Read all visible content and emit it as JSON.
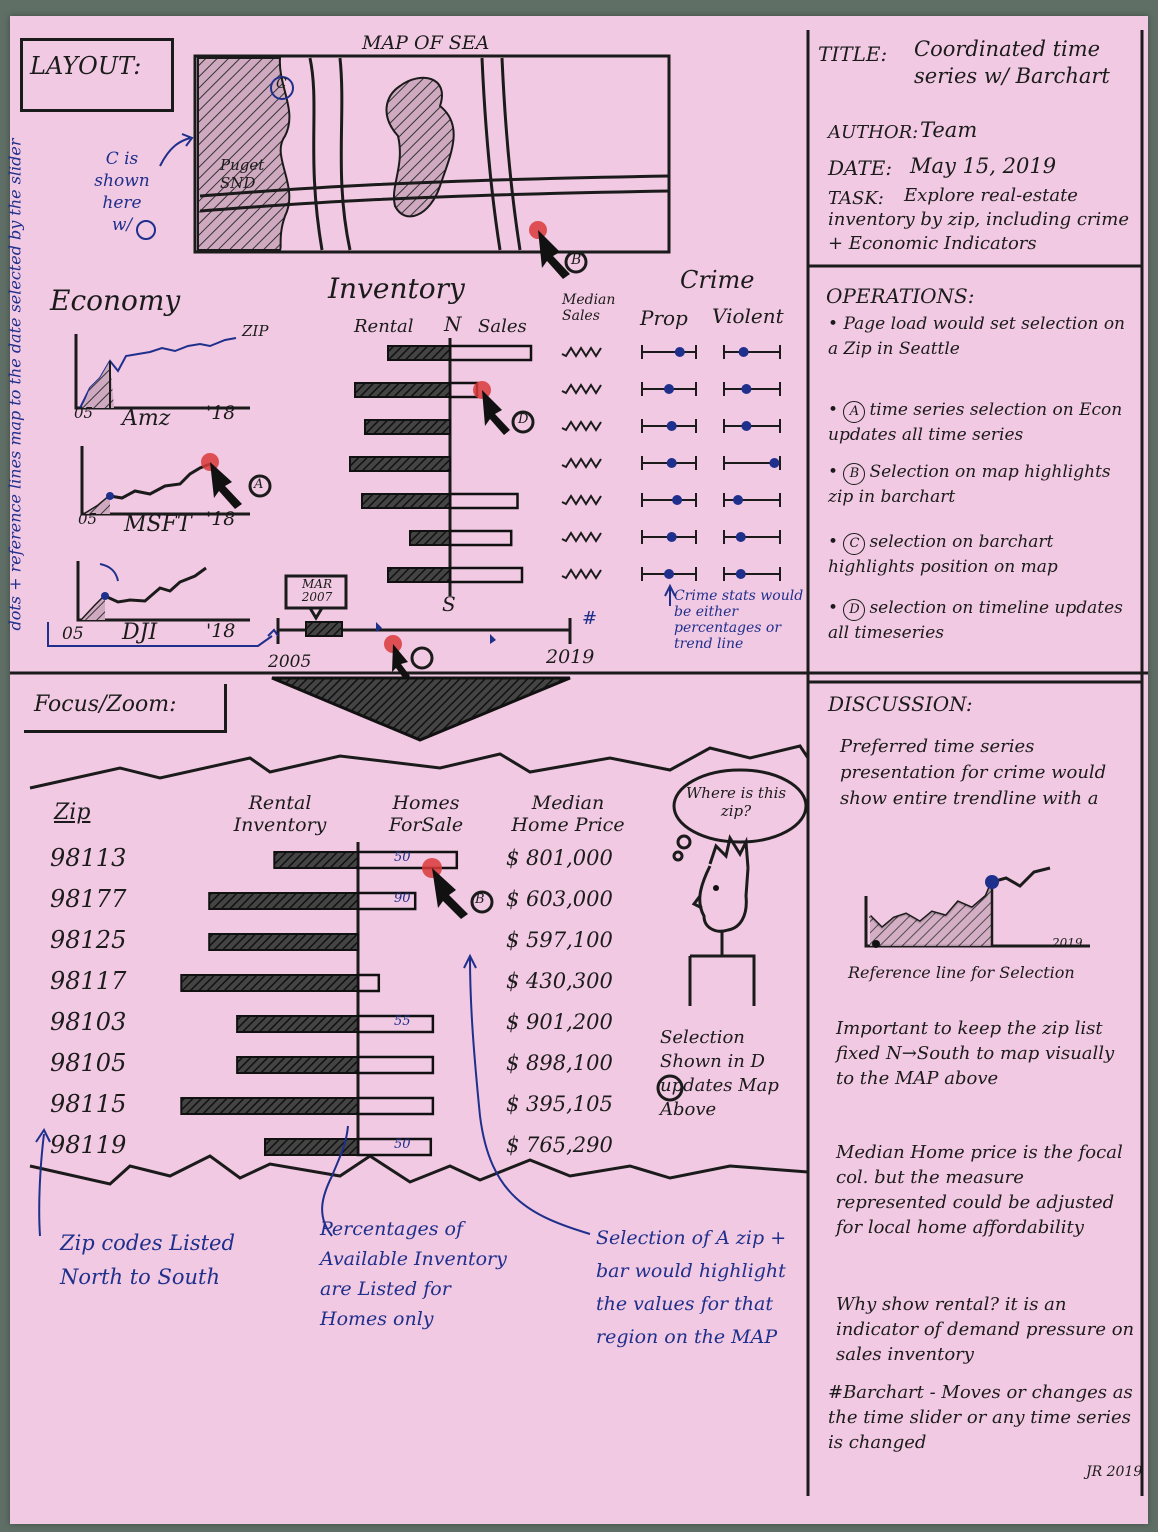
{
  "layout_section": {
    "label": "LAYOUT:",
    "map_title": "MAP OF SEA",
    "map_water_label": "Puget SND",
    "map_note": "C is shown here w/",
    "map_marker_c": "C",
    "map_marker_b": "B"
  },
  "economy": {
    "title": "Economy",
    "zip_label": "ZIP",
    "charts": [
      {
        "name": "Amz",
        "start": "05",
        "end": "'18"
      },
      {
        "name": "MSFT",
        "start": "05",
        "end": "'18"
      },
      {
        "name": "DJI",
        "start": "05",
        "end": "'18"
      }
    ],
    "marker_a": "A",
    "side_note": "dots + reference lines map to the date selected by the slider"
  },
  "inventory": {
    "title": "Inventory",
    "rental": "Rental",
    "north": "N",
    "sales": "Sales",
    "south": "S",
    "marker_d": "D",
    "rows": [
      {
        "rental": 0.62,
        "sales": 0.9
      },
      {
        "rental": 0.95,
        "sales": 0.3
      },
      {
        "rental": 0.85,
        "sales": 0.0
      },
      {
        "rental": 1.0,
        "sales": 0.0
      },
      {
        "rental": 0.88,
        "sales": 0.75
      },
      {
        "rental": 0.4,
        "sales": 0.68
      },
      {
        "rental": 0.62,
        "sales": 0.8
      }
    ]
  },
  "crime": {
    "title": "Crime",
    "median_sales": "Median Sales",
    "prop": "Prop",
    "violent": "Violent",
    "note": "Crime stats would be either percentages or trend line"
  },
  "timeline": {
    "start": "2005",
    "end": "2019",
    "callout": "MAR 2007",
    "hash": "#"
  },
  "focus": {
    "label": "Focus/Zoom:",
    "headers": {
      "zip": "Zip",
      "rental": "Rental Inventory",
      "homes": "Homes ForSale",
      "price": "Median Home Price"
    },
    "rows": [
      {
        "zip": "98113",
        "rental": 0.45,
        "sales": 0.95,
        "pct": "50",
        "price": "$ 801,000"
      },
      {
        "zip": "98177",
        "rental": 0.8,
        "sales": 0.55,
        "pct": "90",
        "price": "$ 603,000"
      },
      {
        "zip": "98125",
        "rental": 0.8,
        "sales": 0.0,
        "pct": "",
        "price": "$ 597,100"
      },
      {
        "zip": "98117",
        "rental": 0.95,
        "sales": 0.2,
        "pct": "",
        "price": "$ 430,300"
      },
      {
        "zip": "98103",
        "rental": 0.65,
        "sales": 0.72,
        "pct": "55",
        "price": "$ 901,200"
      },
      {
        "zip": "98105",
        "rental": 0.65,
        "sales": 0.72,
        "pct": "",
        "price": "$ 898,100"
      },
      {
        "zip": "98115",
        "rental": 0.95,
        "sales": 0.72,
        "pct": "",
        "price": "$ 395,105"
      },
      {
        "zip": "98119",
        "rental": 0.5,
        "sales": 0.7,
        "pct": "50",
        "price": "$ 765,290"
      }
    ],
    "marker_b": "B",
    "thought": "Where is this zip?",
    "selection_note": "Selection Shown in D updates Map Above"
  },
  "annotations": {
    "zip_note": "Zip codes Listed North to South",
    "percent_note": "Percentages of Available Inventory are Listed for Homes only",
    "selection_note": "Selection of A zip + bar would highlight the values for that region on the MAP"
  },
  "info": {
    "title_label": "TITLE:",
    "title_value": "Coordinated time series w/ Barchart",
    "author_label": "AUTHOR:",
    "author_value": "Team",
    "date_label": "DATE:",
    "date_value": "May 15, 2019",
    "task_label": "TASK:",
    "task_value": "Explore real-estate inventory by zip, including crime + Economic Indicators"
  },
  "operations": {
    "title": "OPERATIONS:",
    "items": [
      {
        "marker": "",
        "text": "Page load would set selection on a Zip in Seattle"
      },
      {
        "marker": "A",
        "text": "time series selection on Econ updates all time series"
      },
      {
        "marker": "B",
        "text": "Selection on map highlights zip in barchart"
      },
      {
        "marker": "C",
        "text": "selection on barchart highlights position on map"
      },
      {
        "marker": "D",
        "text": "selection on timeline updates all timeseries"
      }
    ]
  },
  "discussion": {
    "title": "DISCUSSION:",
    "p1": "Preferred time series presentation for crime would show entire trendline with a",
    "inset_x_end": "2019",
    "inset_caption": "Reference line for Selection",
    "p2": "Important to keep the zip list fixed N→South to map visually to the MAP above",
    "p3": "Median Home price is the focal col. but the measure represented could be adjusted for local home affordability",
    "p4": "Why show rental? it is an indicator of demand pressure on sales inventory",
    "p5": "#Barchart - Moves or changes as the time slider or any time series is changed",
    "signature": "JR 2019"
  }
}
